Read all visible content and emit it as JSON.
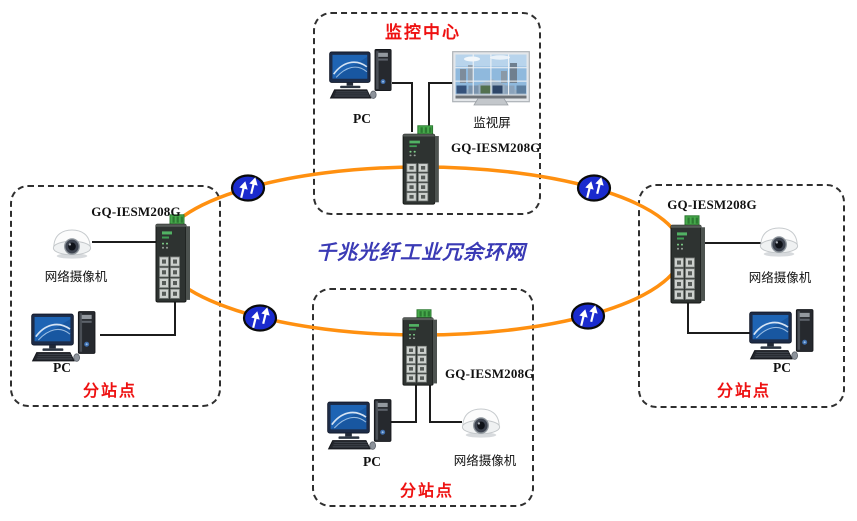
{
  "ring": {
    "label": "千兆光纤工业冗余环网",
    "label_color": "#3a3ab5",
    "line_color": "#ff9010"
  },
  "link_icon": {
    "name": "fiber-link-icon",
    "glyph": "double-up-arrows-on-blue-ellipse",
    "fill": "#1a2bce"
  },
  "nodes": {
    "monitoring_center": {
      "title": "监控中心",
      "title_color": "#ee1111",
      "pc_label": "PC",
      "monitor_label": "监视屏",
      "switch_label": "GQ-IESM208G"
    },
    "station_left": {
      "title": "分站点",
      "title_color": "#ee1111",
      "switch_label": "GQ-IESM208G",
      "camera_label": "网络摄像机",
      "pc_label": "PC"
    },
    "station_right": {
      "title": "分站点",
      "title_color": "#ee1111",
      "switch_label": "GQ-IESM208G",
      "camera_label": "网络摄像机",
      "pc_label": "PC"
    },
    "station_bottom": {
      "title": "分站点",
      "title_color": "#ee1111",
      "switch_label": "GQ-IESM208G",
      "camera_label": "网络摄像机",
      "pc_label": "PC"
    }
  }
}
